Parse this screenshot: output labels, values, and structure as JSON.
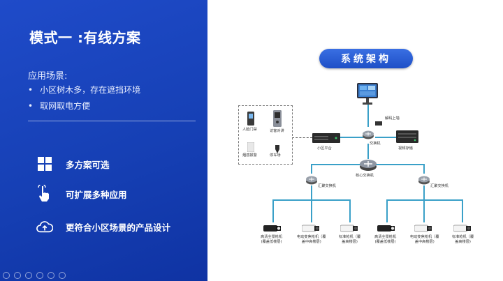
{
  "slide": {
    "title": "模式一 :有线方案",
    "scenario_title": "应用场景:",
    "scenarios": [
      "小区树木多，存在遮挡环境",
      "取网取电方便"
    ],
    "features": [
      {
        "icon": "grid-icon",
        "label": "多方案可选"
      },
      {
        "icon": "hand-pointer-icon",
        "label": "可扩展多种应用"
      },
      {
        "icon": "cloud-upload-icon",
        "label": "更符合小区场景的产品设计"
      }
    ]
  },
  "diagram": {
    "header": "系统架构",
    "labels": {
      "terminal": "解码上墙",
      "face_terminal": "人脸门禁",
      "visitor": "访客对讲",
      "sensor": "烟感报警",
      "reader": "停车场",
      "platform": "小区平台",
      "core_top_switch": "交换机",
      "storage": "视频存储",
      "core_switch": "核心交换机",
      "left_switch": "汇聚交换机",
      "right_switch": "汇聚交换机",
      "cam1": "高清全景枪机\n(覆盖低楼层)",
      "cam2": "电动变焦枪机（覆\n盖中高楼层)",
      "cam3": "标准枪机（覆\n盖高楼层)",
      "cam4": "高清全景枪机\n(覆盖低楼层)",
      "cam5": "电动变焦枪机（覆\n盖中高楼层)",
      "cam6": "标准枪机（覆\n盖高楼层)"
    }
  },
  "colors": {
    "panel_blue": "#1a46c0",
    "link_cyan": "#3aa0c8",
    "pill_blue": "#2a5cd6"
  }
}
